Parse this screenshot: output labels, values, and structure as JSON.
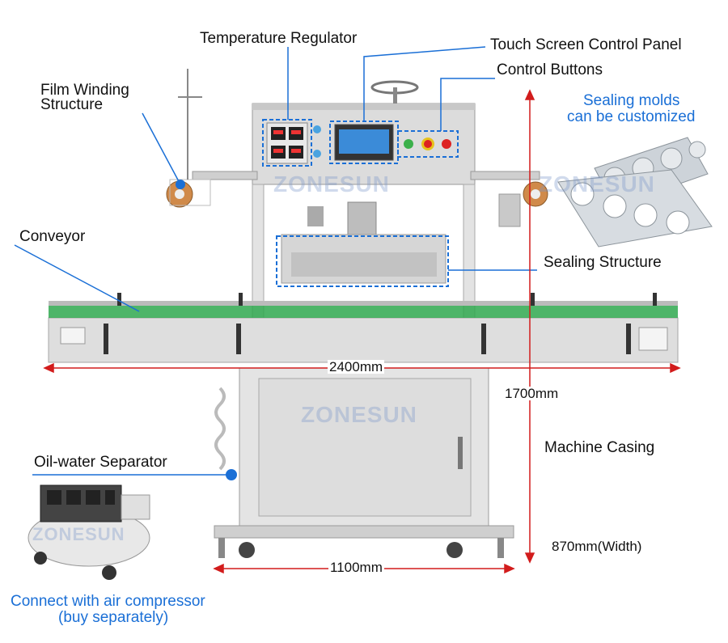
{
  "labels": {
    "temperature_regulator": "Temperature Regulator",
    "touch_screen": "Touch Screen Control Panel",
    "control_buttons": "Control Buttons",
    "film_winding_1": "Film Winding",
    "film_winding_2": "Structure",
    "sealing_molds_1": "Sealing molds",
    "sealing_molds_2": "can be customized",
    "conveyor": "Conveyor",
    "sealing_structure": "Sealing Structure",
    "machine_casing": "Machine Casing",
    "oil_water": "Oil-water Separator",
    "compressor_1": "Connect with air compressor",
    "compressor_2": "(buy separately)"
  },
  "dimensions": {
    "length": "2400mm",
    "height": "1700mm",
    "base_width": "1100mm",
    "depth": "870mm(Width)"
  },
  "watermark": "ZONESUN",
  "colors": {
    "callout_line": "#1a6fd6",
    "dimension_line": "#d21c1c",
    "conveyor_belt": "#2fa84f"
  }
}
